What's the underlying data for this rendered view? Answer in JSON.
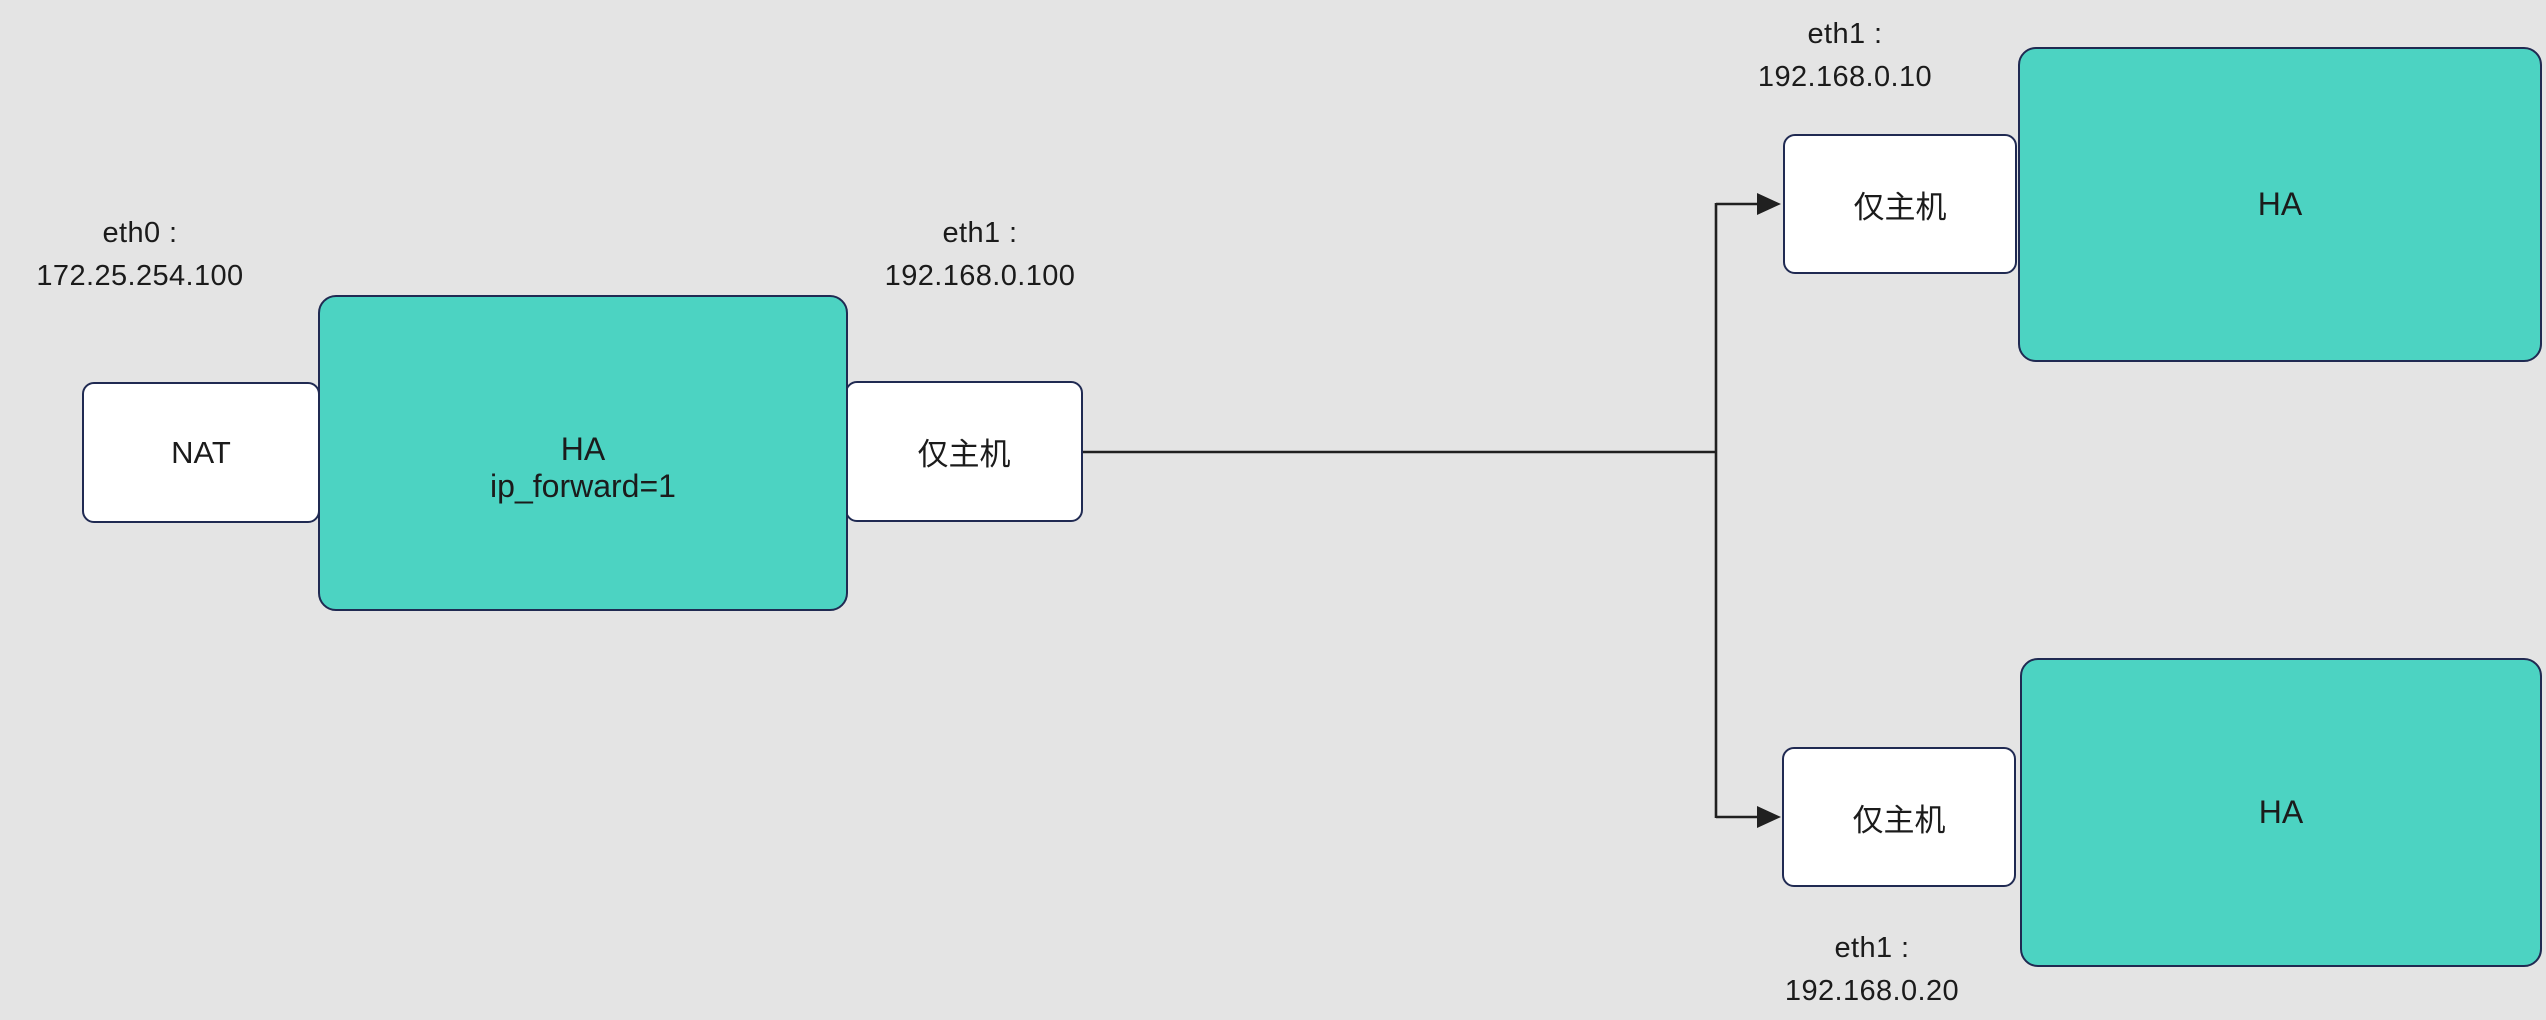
{
  "colors": {
    "background": "#e4e4e4",
    "node_fill_teal": "#4cd3c2",
    "node_border_navy": "#202a52",
    "adapter_fill_white": "#ffffff",
    "connector_line": "#202020",
    "text": "#1b1b1b"
  },
  "nodes": {
    "router": {
      "adapter_left": "NAT",
      "title": "HA",
      "subtitle": "ip_forward=1",
      "adapter_right": "仅主机",
      "eth0_label": {
        "line1": "eth0 :",
        "line2": "172.25.254.100"
      },
      "eth1_label": {
        "line1": "eth1 :",
        "line2": "192.168.0.100"
      }
    },
    "server_top": {
      "adapter": "仅主机",
      "title": "HA",
      "eth1_label": {
        "line1": "eth1 :",
        "line2": "192.168.0.10"
      }
    },
    "server_bottom": {
      "adapter": "仅主机",
      "title": "HA",
      "eth1_label": {
        "line1": "eth1 :",
        "line2": "192.168.0.20"
      }
    }
  }
}
